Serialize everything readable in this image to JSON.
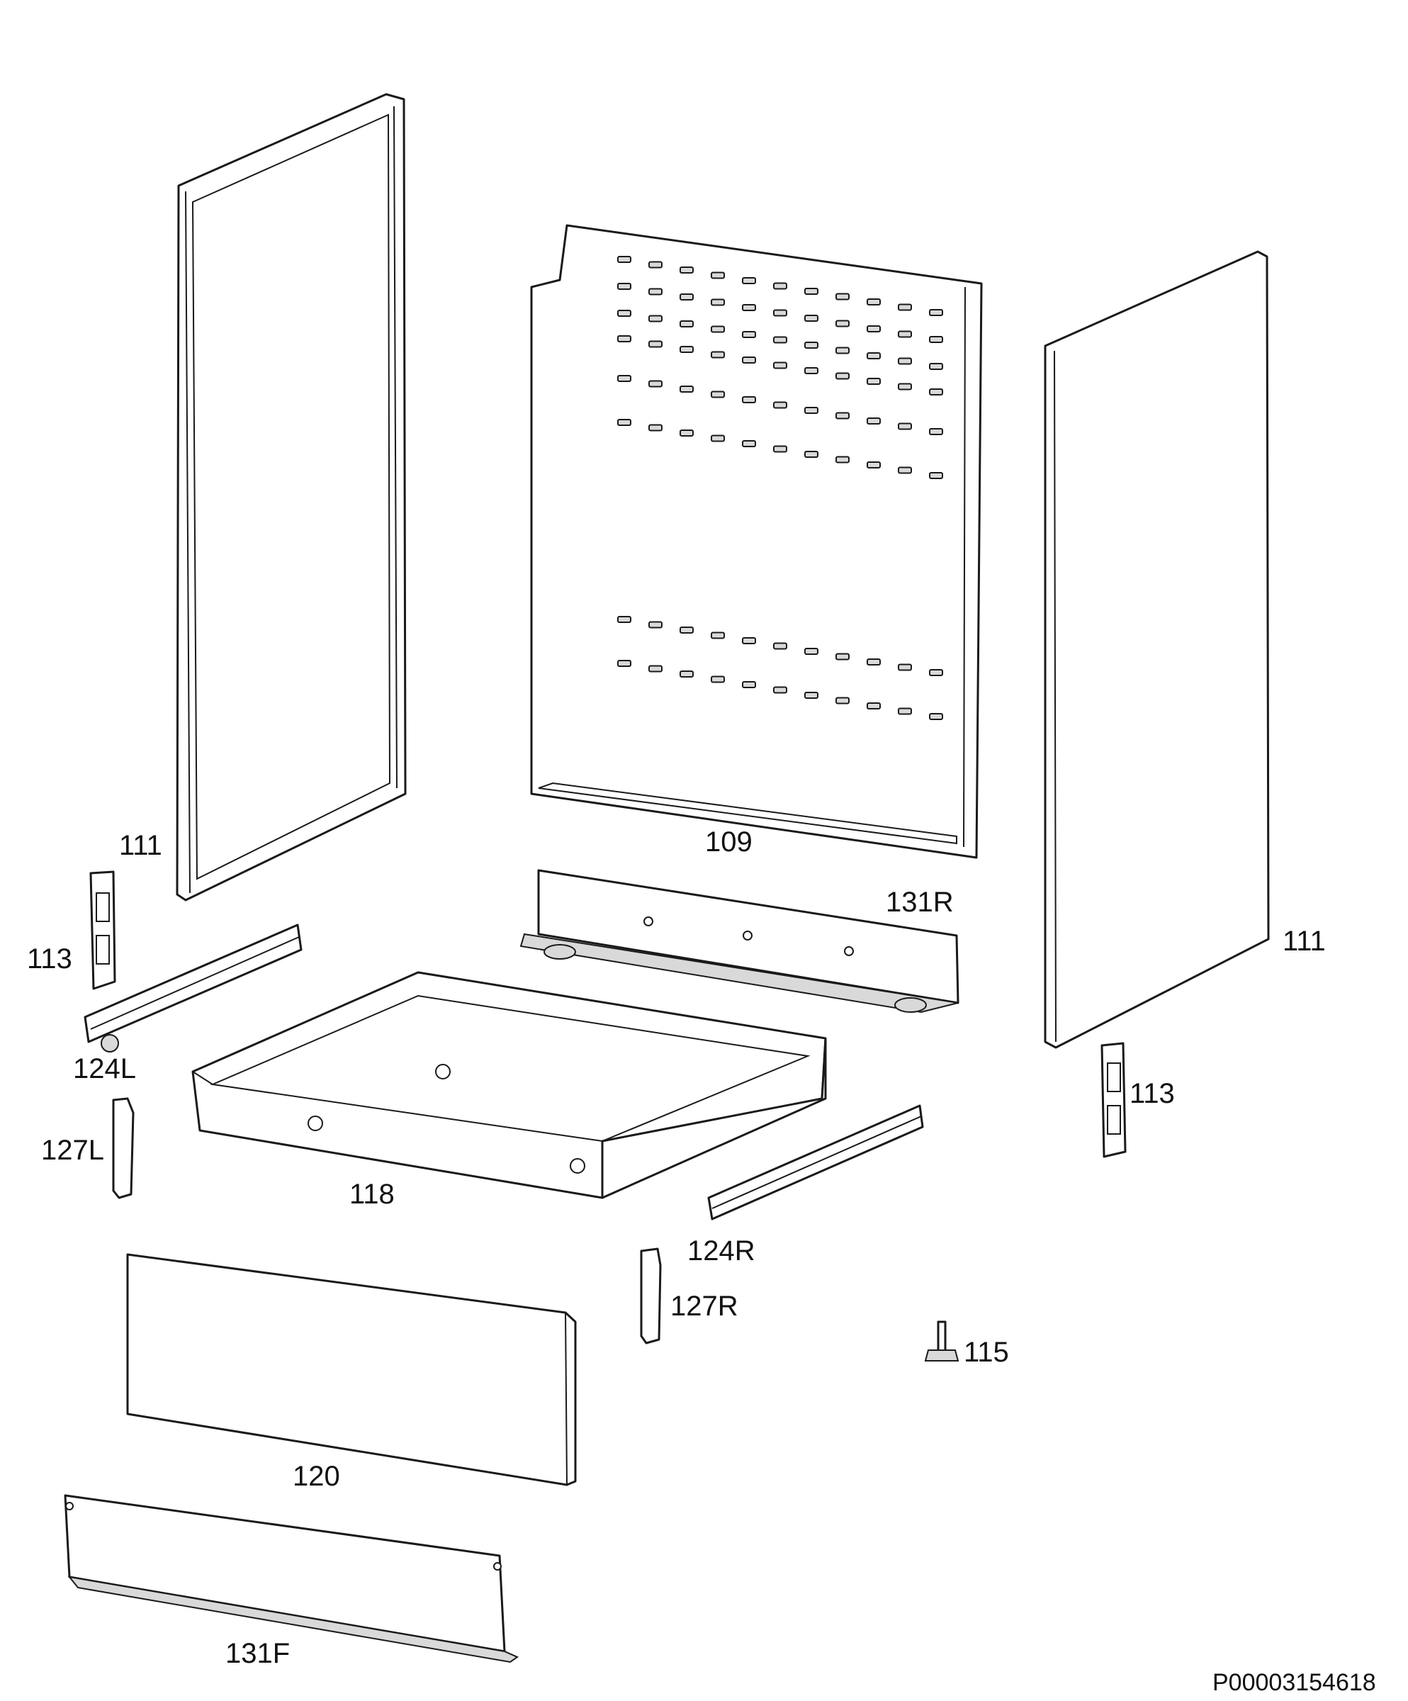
{
  "labels": {
    "panel_side_left": "111",
    "panel_back": "109",
    "panel_side_right": "111",
    "rail_rear": "131R",
    "hinge_left": "113",
    "hinge_right": "113",
    "runner_left": "124L",
    "runner_right": "124R",
    "bracket_left": "127L",
    "bracket_right": "127R",
    "drawer_body": "118",
    "drawer_front": "120",
    "foot": "115",
    "rail_front": "131F"
  },
  "document_code": "P00003154618"
}
